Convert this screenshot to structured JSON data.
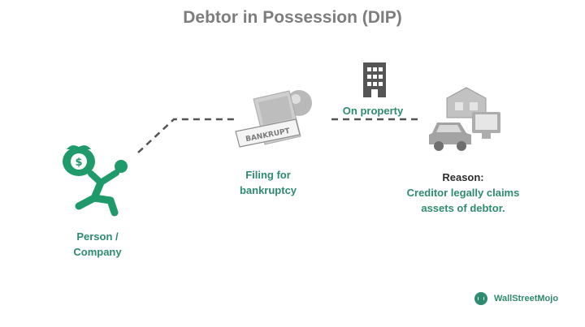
{
  "title": "Debtor in Possession (DIP)",
  "person": {
    "line1": "Person /",
    "line2": "Company",
    "icon": "person-carrying-money-bag-icon"
  },
  "filing": {
    "line1": "Filing for",
    "line2": "bankruptcy",
    "stamp_text": "BANKRUPT",
    "icon": "bankrupt-stamp-icon"
  },
  "on_property": {
    "label": "On property",
    "icon": "building-icon"
  },
  "reason": {
    "heading": "Reason:",
    "line1": "Creditor legally claims",
    "line2": "assets of debtor.",
    "icon": "assets-icon"
  },
  "brand": {
    "name": "WallStreetMojo",
    "icon": "wallstreetmojo-logo-icon"
  },
  "colors": {
    "accent": "#2e8b6f",
    "icon_green": "#1f9a6a",
    "title": "#7d7d7d",
    "connector": "#555555"
  }
}
